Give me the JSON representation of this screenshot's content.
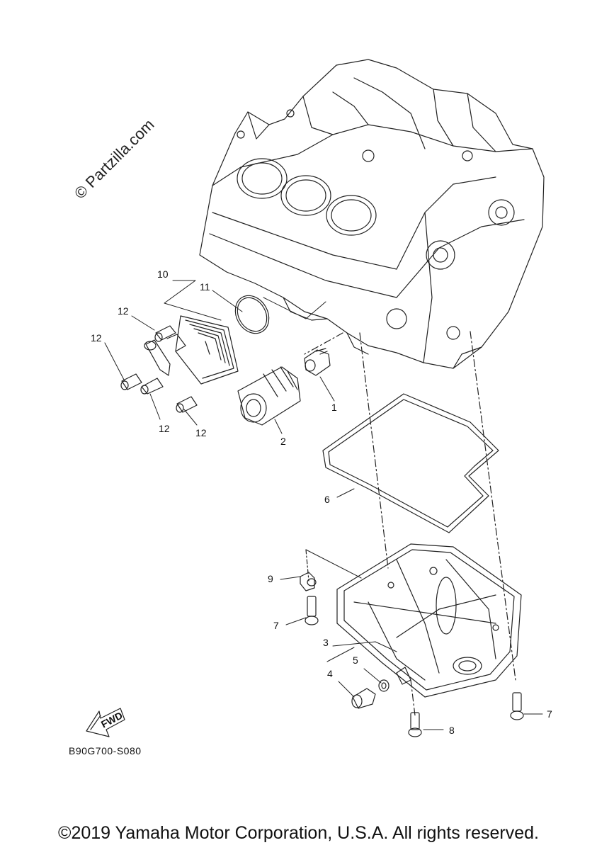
{
  "watermark": "© Partzilla.com",
  "diagram_code": "B90G700-S080",
  "copyright": "©2019 Yamaha Motor Corporation, U.S.A. All rights reserved.",
  "fwd_label": "FWD",
  "callouts": {
    "c1": "1",
    "c2": "2",
    "c3": "3",
    "c4": "4",
    "c5": "5",
    "c6": "6",
    "c7a": "7",
    "c7b": "7",
    "c8": "8",
    "c9": "9",
    "c10": "10",
    "c11": "11",
    "c12a": "12",
    "c12b": "12",
    "c12c": "12",
    "c12d": "12"
  }
}
